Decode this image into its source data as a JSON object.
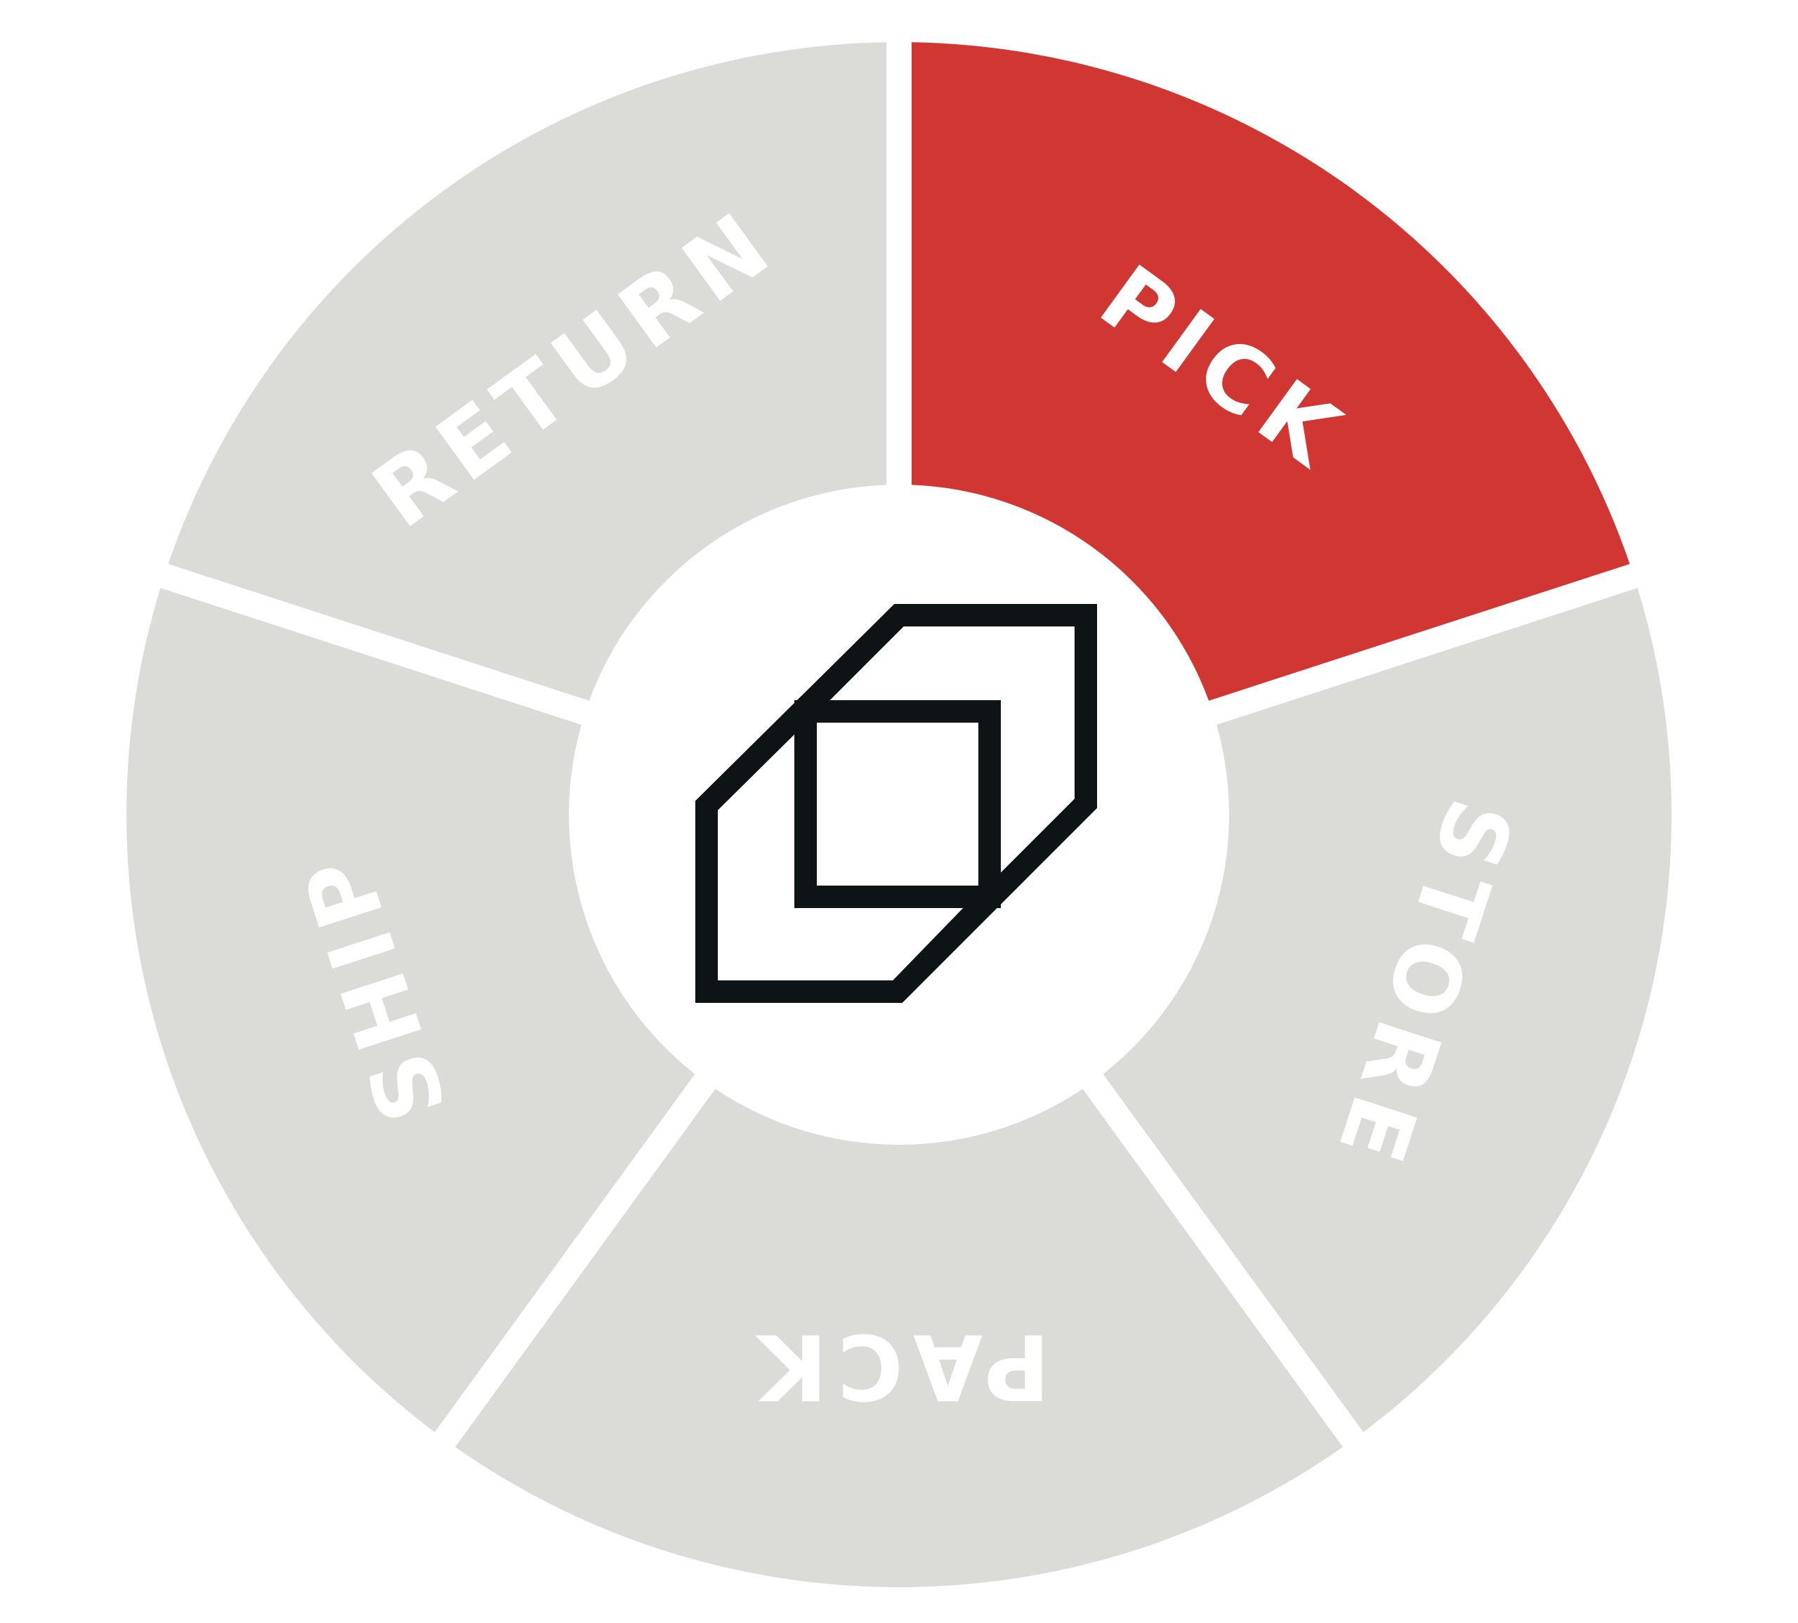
{
  "colors": {
    "active": "#d03733",
    "inactive": "#dbdbd7",
    "label": "#ffffff",
    "icon": "#0e1316",
    "background": "#ffffff"
  },
  "segments": [
    {
      "key": "pick",
      "label": "PICK",
      "active": true
    },
    {
      "key": "store",
      "label": "STORE",
      "active": false
    },
    {
      "key": "pack",
      "label": "PACK",
      "active": false
    },
    {
      "key": "ship",
      "label": "SHIP",
      "active": false
    },
    {
      "key": "return",
      "label": "RETURN",
      "active": false
    }
  ],
  "center_icon": "warehouse-box-logo-icon"
}
